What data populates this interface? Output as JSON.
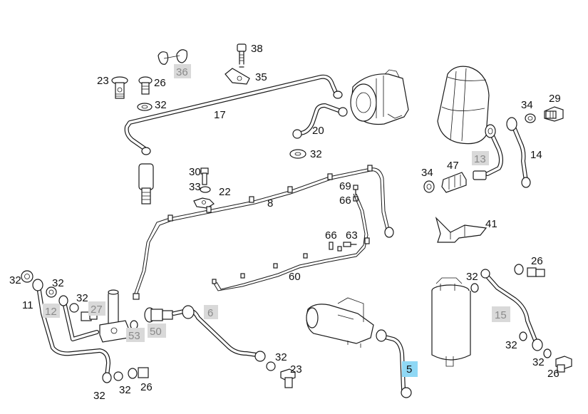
{
  "diagram": {
    "labels": {
      "l36": "36",
      "l38": "38",
      "l35": "35",
      "l23a": "23",
      "l26a": "26",
      "l32a": "32",
      "l17": "17",
      "l20": "20",
      "l32b": "32",
      "l34a": "34",
      "l29": "29",
      "l13": "13",
      "l14": "14",
      "l34b": "34",
      "l47": "47",
      "l30": "30",
      "l33": "33",
      "l22": "22",
      "l8": "8",
      "l69": "69",
      "l66a": "66",
      "l41": "41",
      "l66b": "66",
      "l63": "63",
      "l60": "60",
      "l32c": "32",
      "l32d": "32",
      "l11": "11",
      "l12": "12",
      "l27": "27",
      "l32e": "32",
      "l53": "53",
      "l50": "50",
      "l6": "6",
      "l26b": "26",
      "l32f": "32",
      "l15": "15",
      "l32g": "32",
      "l32h": "32",
      "l26c": "26",
      "l5": "5",
      "l32i": "32",
      "l23b": "23",
      "l32j": "32",
      "l32k": "32",
      "l26d": "26"
    },
    "highlight_color": "#d9d9d9",
    "selected_color": "#8fd8f5"
  }
}
